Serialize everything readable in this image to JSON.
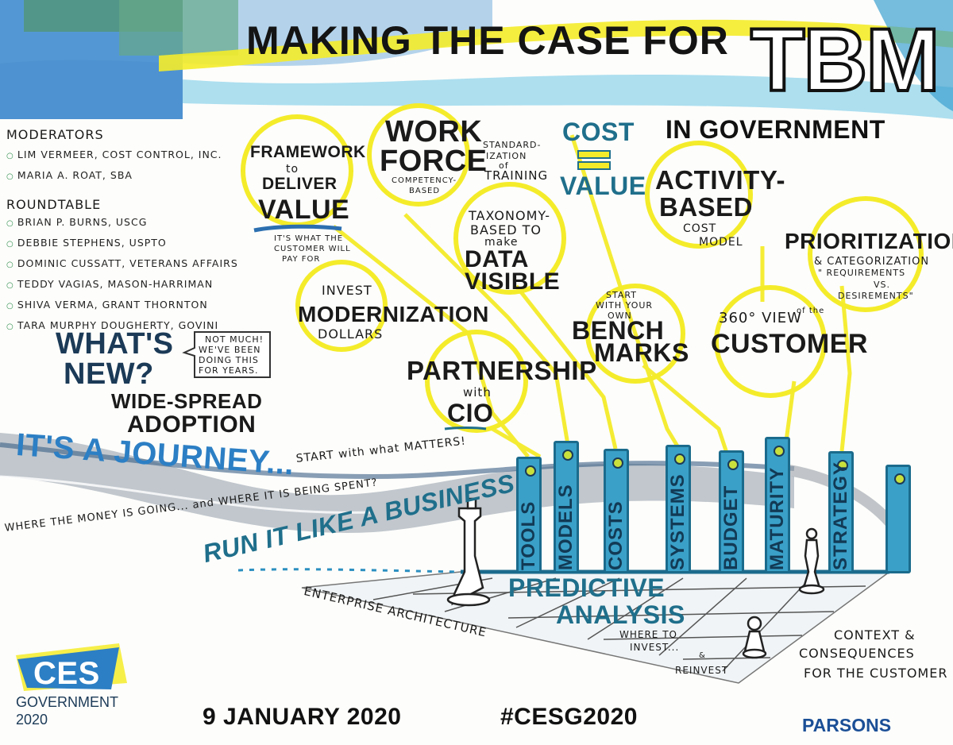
{
  "title": {
    "main": "MAKING THE CASE FOR",
    "acronym": "TBM",
    "sub": "IN GOVERNMENT"
  },
  "moderators": {
    "heading": "MODERATORS",
    "people": [
      "LIM VERMEER, COST CONTROL, INC.",
      "MARIA A. ROAT, SBA"
    ]
  },
  "roundtable": {
    "heading": "ROUNDTABLE",
    "people": [
      "BRIAN P. BURNS, USCG",
      "DEBBIE STEPHENS, USPTO",
      "DOMINIC CUSSATT, VETERANS AFFAIRS",
      "TEDDY VAGIAS, MASON-HARRIMAN",
      "SHIVA VERMA, GRANT THORNTON",
      "TARA MURPHY DOUGHERTY, GOVINI"
    ]
  },
  "whats_new": {
    "heading1": "WHAT'S",
    "heading2": "NEW?",
    "bubble": [
      "NOT MUCH!",
      "WE'VE BEEN",
      "DOING THIS",
      "FOR YEARS."
    ],
    "adoption1": "WIDE-SPREAD",
    "adoption2": "ADOPTION"
  },
  "bubbles": {
    "framework": {
      "l1": "FRAMEWORK",
      "l2": "to",
      "l3": "DELIVER",
      "l4": "VALUE",
      "note1": "IT'S WHAT THE",
      "note2": "CUSTOMER WILL",
      "note3": "PAY FOR"
    },
    "workforce": {
      "l1": "WORK",
      "l2": "FORCE",
      "l3": "COMPETENCY-",
      "l4": "BASED"
    },
    "training": {
      "l1": "STANDARD-",
      "l2": "IZATION",
      "l3": "of",
      "l4": "TRAINING"
    },
    "cost_value": {
      "l1": "COST",
      "eq": "=",
      "l2": "VALUE"
    },
    "taxonomy": {
      "l1": "TAXONOMY-",
      "l2": "BASED to",
      "l3": "make",
      "l4": "DATA",
      "l5": "VISIBLE"
    },
    "activity": {
      "l1": "ACTIVITY-",
      "l2": "BASED",
      "l3": "COST",
      "l4": "MODEL"
    },
    "prioritization": {
      "l1": "PRIORITIZATION",
      "l2": "& CATEGORIZATION",
      "l3": "\" REQUIREMENTS",
      "l4": "VS.",
      "l5": "DESIREMENTS\""
    },
    "modernization": {
      "l1": "INVEST",
      "l2": "MODERNIZATION",
      "l3": "DOLLARS"
    },
    "benchmarks": {
      "l1": "START",
      "l2": "WITH YOUR",
      "l3": "OWN",
      "l4": "BENCH",
      "l5": "MARKS"
    },
    "customer": {
      "l1": "360° VIEW",
      "l2": "of the",
      "l3": "CUSTOMER"
    },
    "partnership": {
      "l1": "PARTNERSHIP",
      "l2": "with",
      "l3": "CIO"
    }
  },
  "journey": {
    "heading": "IT'S A JOURNEY...",
    "start": "START with what MATTERS!",
    "money": "WHERE THE MONEY IS GOING... and WHERE IT IS BEING SPENT?",
    "run": "RUN IT LIKE A BUSINESS"
  },
  "pillars": [
    "TOOLS",
    "MODELS",
    "COSTS",
    "SYSTEMS",
    "BUDGET",
    "MATURITY",
    "STRATEGY",
    ""
  ],
  "board": {
    "predictive1": "PREDICTIVE",
    "predictive2": "ANALYSIS",
    "enterprise": "ENTERPRISE ARCHITECTURE",
    "invest1": "WHERE TO",
    "invest2": "INVEST...",
    "invest3": "&",
    "invest4": "REINVEST",
    "context1": "CONTEXT &",
    "context2": "CONSEQUENCES",
    "context3": "for the CUSTOMER"
  },
  "footer": {
    "logo": "CES",
    "logo_sub1": "GOVERNMENT",
    "logo_sub2": "2020",
    "date": "9 JANUARY 2020",
    "hashtag": "#CESG2020",
    "sponsor": "PARSONS"
  },
  "colors": {
    "yellow": "#f4ec2a",
    "teal": "#1f6f8b",
    "navy": "#1b3a57",
    "blue": "#2c7fc4",
    "green": "#4a8a3a"
  }
}
